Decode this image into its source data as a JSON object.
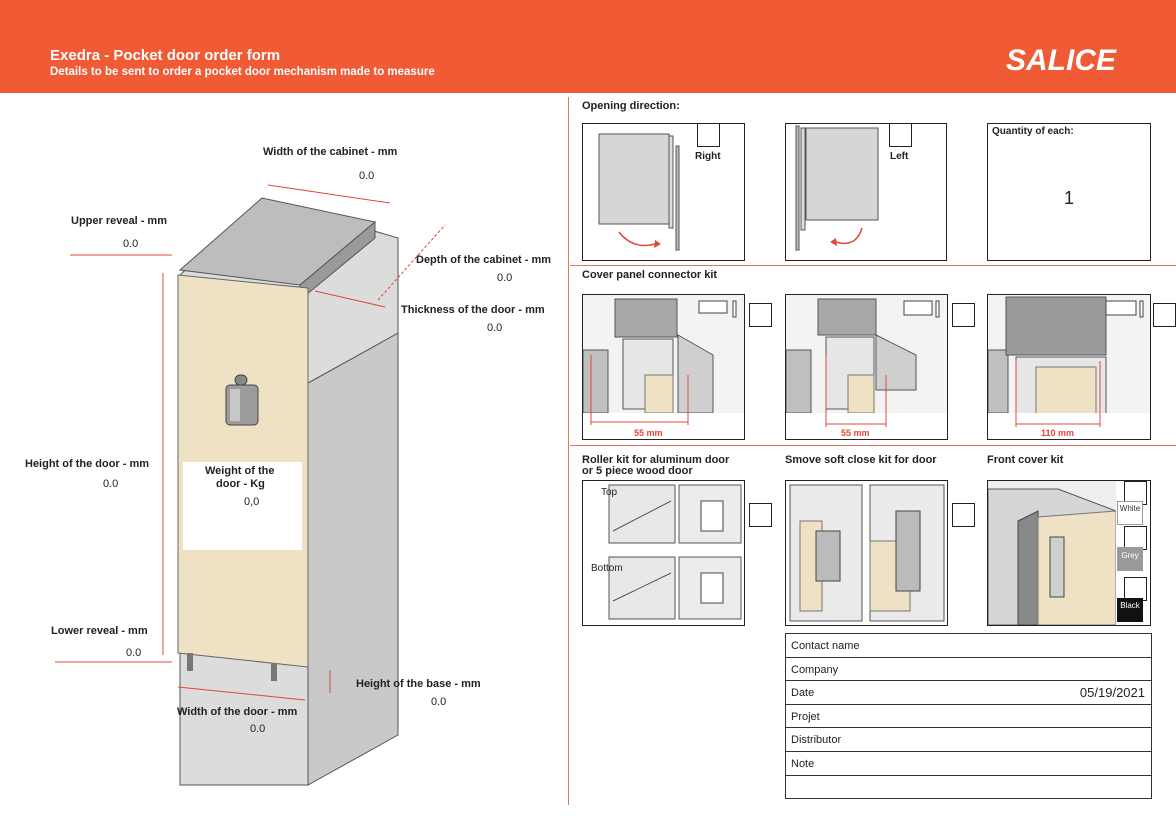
{
  "header": {
    "title": "Exedra - Pocket door order form",
    "subtitle": "Details to be sent to order a pocket door mechanism made to measure",
    "logo": "SALICE"
  },
  "dims": {
    "width_cabinet": {
      "label": "Width of the cabinet - mm",
      "value": "0.0"
    },
    "upper_reveal": {
      "label": "Upper reveal - mm",
      "value": "0.0"
    },
    "depth_cabinet": {
      "label": "Depth of the cabinet - mm",
      "value": "0.0"
    },
    "thickness_door": {
      "label": "Thickness of the door - mm",
      "value": "0.0"
    },
    "height_door": {
      "label": "Height of the door - mm",
      "value": "0.0"
    },
    "weight_door": {
      "label1": "Weight of the",
      "label2": "door  - Kg",
      "value": "0,0"
    },
    "lower_reveal": {
      "label": "Lower reveal - mm",
      "value": "0.0"
    },
    "height_base": {
      "label": "Height of the base - mm",
      "value": "0.0"
    },
    "width_door": {
      "label": "Width of the door - mm",
      "value": "0.0"
    }
  },
  "opening": {
    "title": "Opening direction:",
    "right": "Right",
    "left": "Left",
    "quantity_label": "Quantity of each:",
    "quantity_value": "1"
  },
  "cover_kit": {
    "title": "Cover panel connector kit",
    "m1": "55 mm",
    "m2": "55 mm",
    "m3": "110 mm"
  },
  "roller": {
    "title1": "Roller kit for aluminum door",
    "title2": "or 5 piece wood door",
    "top": "Top",
    "bottom": "Bottom"
  },
  "smove": {
    "title": "Smove soft close kit for door"
  },
  "front_cover": {
    "title": "Front cover kit",
    "white": "White",
    "grey": "Grey",
    "black": "Black",
    "colors": {
      "white": "#ffffff",
      "grey": "#9a9a9a",
      "black": "#111111"
    }
  },
  "contact": [
    {
      "key": "Contact name",
      "value": ""
    },
    {
      "key": "Company",
      "value": ""
    },
    {
      "key": "Date",
      "value": "05/19/2021"
    },
    {
      "key": "Projet",
      "value": ""
    },
    {
      "key": "Distributor",
      "value": ""
    },
    {
      "key": "Note",
      "value": ""
    },
    {
      "key": "",
      "value": ""
    }
  ],
  "colors": {
    "accent": "#f05a35",
    "door": "#efe2c4",
    "cabinet": "#d8d8d8"
  }
}
